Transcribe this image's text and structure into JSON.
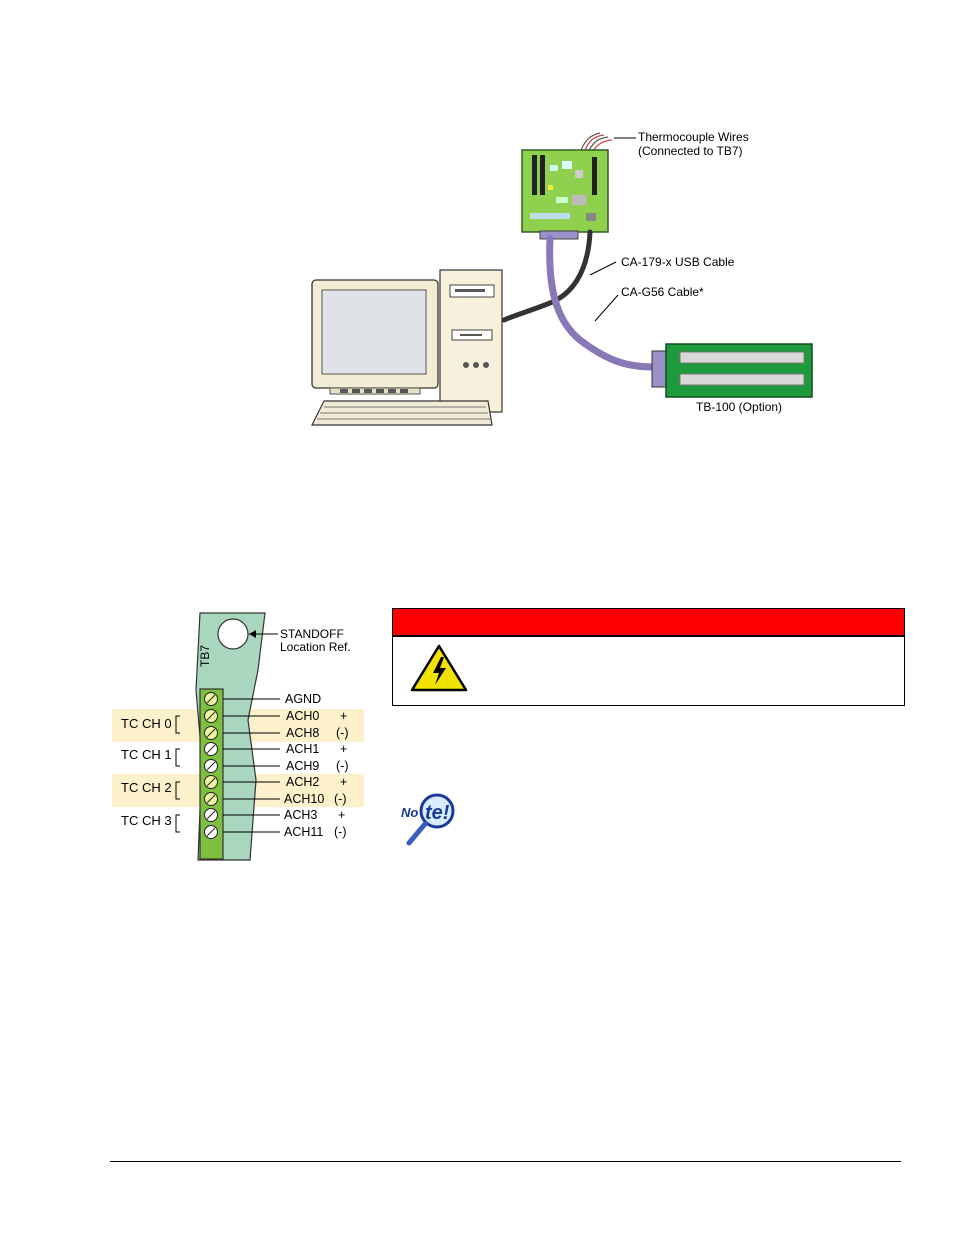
{
  "figure1": {
    "thermocouple_wires_line1": "Thermocouple Wires",
    "thermocouple_wires_line2": "(Connected to TB7)",
    "usb_cable": "CA-179-x USB Cable",
    "g56_cable": "CA-G56 Cable*",
    "tb100": "TB-100 (Option)"
  },
  "figure2": {
    "standoff_line1": "STANDOFF",
    "standoff_line2": "Location Ref.",
    "tb_label": "TB7",
    "pins": [
      {
        "name": "AGND",
        "polarity": ""
      },
      {
        "name": "ACH0",
        "polarity": "+"
      },
      {
        "name": "ACH8",
        "polarity": "(-)"
      },
      {
        "name": "ACH1",
        "polarity": "+"
      },
      {
        "name": "ACH9",
        "polarity": "(-)"
      },
      {
        "name": "ACH2",
        "polarity": "+"
      },
      {
        "name": "ACH10",
        "polarity": "(-)"
      },
      {
        "name": "ACH3",
        "polarity": "+"
      },
      {
        "name": "ACH11",
        "polarity": "(-)"
      }
    ],
    "channels": [
      "TC CH 0",
      "TC CH 1",
      "TC CH 2",
      "TC CH 3"
    ]
  },
  "icons": {
    "warning": "high-voltage-warning-icon",
    "note": "note-magnifier-icon"
  },
  "colors": {
    "warning_red": "#ff0000",
    "board_green": "#8fd14f",
    "cable_purple": "#8878b8",
    "highlight": "#fdf1cc",
    "terminal_green": "#7fbf3f"
  }
}
